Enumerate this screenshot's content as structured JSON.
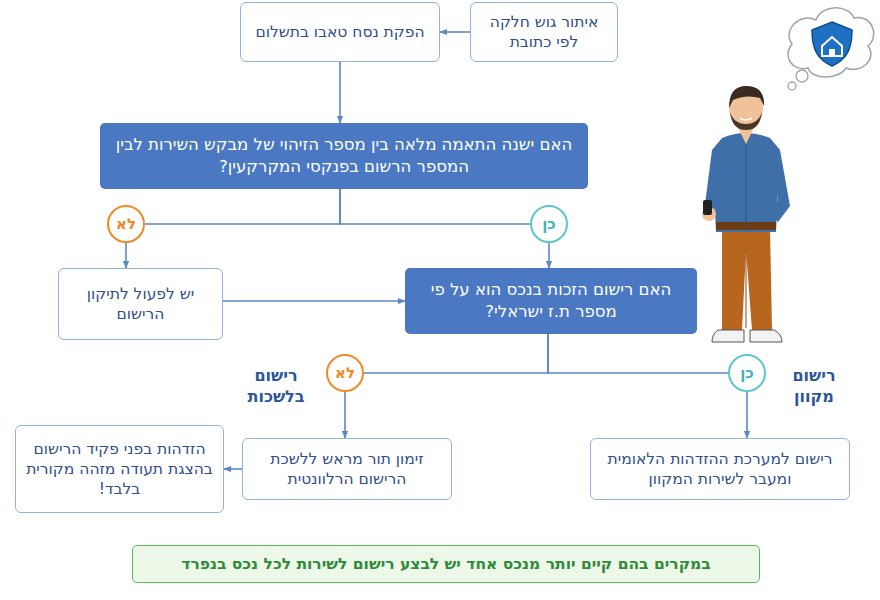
{
  "diagram": {
    "nodes": [
      {
        "text": [
          "איתור גוש חלקה לפי כתובת"
        ]
      },
      {
        "text": [
          "הפקת נסח טאבו בתשלום"
        ]
      },
      {
        "text": [
          "האם ישנה התאמה מלאה בין מספר הזיהוי של מבקש השירות לבין המספר הרשום בפנקסי המקרקעין?"
        ]
      },
      {
        "text": [
          "לא"
        ]
      },
      {
        "text": [
          "כן"
        ]
      },
      {
        "text": [
          "יש לפעול לתיקון הרישום"
        ]
      },
      {
        "text": [
          "האם רישום הזכות בנכס הוא על פי מספר ת.ז ישראלי?"
        ]
      },
      {
        "text": [
          "לא"
        ]
      },
      {
        "text": [
          "כן"
        ]
      },
      {
        "text": [
          "זימון תור מראש ללשכת הרישום הרלוונטית"
        ]
      },
      {
        "text": [
          "הזדהות בפני פקיד הרישום בהצגת תעודה מזהה מקורית בלבד!"
        ]
      },
      {
        "text": [
          "רישום למערכת ההזדהות הלאומית ומעבר לשירות המקוון"
        ]
      },
      {
        "text": [
          "במקרים בהם קיים יותר מנכס אחד יש לבצע רישום לשירות לכל נכס בנפרד"
        ]
      }
    ],
    "edges": [
      {
        "from": 0,
        "to": 1,
        "arrow": "to"
      },
      {
        "from": 1,
        "to": 2,
        "arrow": "to"
      },
      {
        "from": 2,
        "to": 3,
        "arrow": "none"
      },
      {
        "from": 2,
        "to": 4,
        "arrow": "none"
      },
      {
        "from": 3,
        "to": 5,
        "arrow": "to"
      },
      {
        "from": 4,
        "to": 6,
        "arrow": "to"
      },
      {
        "from": 5,
        "to": 6,
        "arrow": "to"
      },
      {
        "from": 6,
        "to": 7,
        "arrow": "none"
      },
      {
        "from": 6,
        "to": 8,
        "arrow": "none"
      },
      {
        "from": 7,
        "to": 9,
        "arrow": "to"
      },
      {
        "from": 9,
        "to": 10,
        "arrow": "to"
      },
      {
        "from": 8,
        "to": 11,
        "arrow": "to"
      }
    ],
    "labels": [
      "רישום בלשכות",
      "רישום מקוון"
    ]
  }
}
